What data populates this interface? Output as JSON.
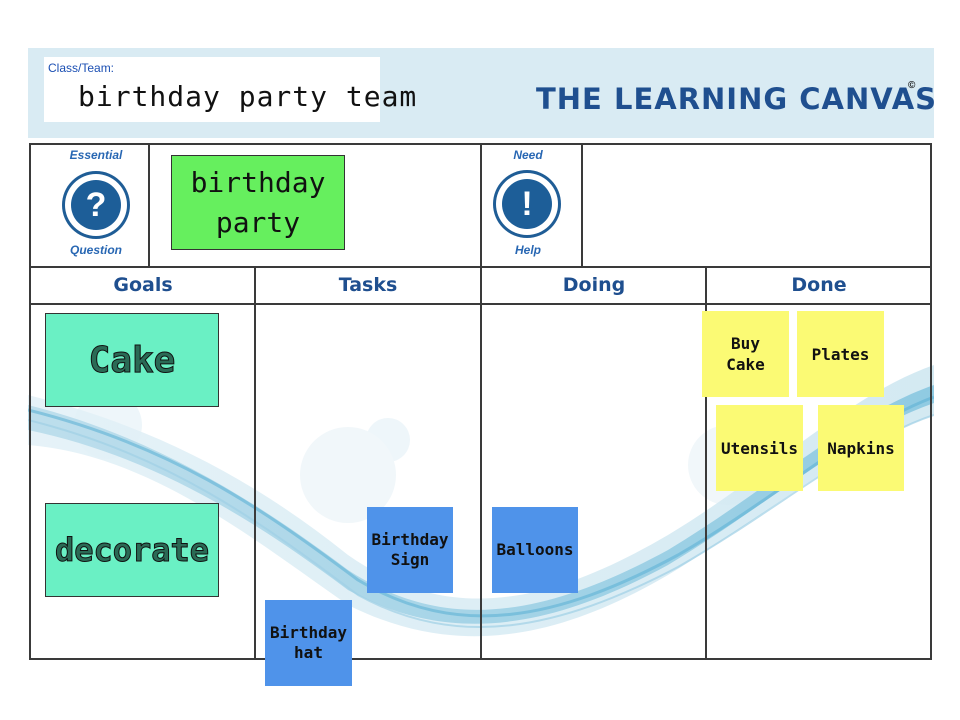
{
  "header": {
    "class_team_label": "Class/Team:",
    "team_name": "birthday party team",
    "brand": "THE LEARNING CANVAS",
    "copyright": "©"
  },
  "top_row": {
    "essential_question": {
      "label_top": "Essential",
      "label_bottom": "Question",
      "icon": "question-mark-icon",
      "symbol": "?"
    },
    "essential_question_card": "birthday party",
    "need_help": {
      "label_top": "Need",
      "label_bottom": "Help",
      "icon": "exclamation-icon",
      "symbol": "!"
    }
  },
  "columns": [
    "Goals",
    "Tasks",
    "Doing",
    "Done"
  ],
  "goals": [
    "Cake",
    "decorate"
  ],
  "tasks": [
    "Birthday Sign",
    "Birthday hat"
  ],
  "doing": [
    "Balloons"
  ],
  "done": [
    "Buy Cake",
    "Plates",
    "Utensils",
    "Napkins"
  ],
  "colors": {
    "header_band": "#d9ebf3",
    "brand_blue": "#1f4f8f",
    "goal_card": "#6af0c4",
    "question_card": "#66ef5e",
    "blue_sticky": "#4f93ea",
    "yellow_sticky": "#fbfa74"
  }
}
